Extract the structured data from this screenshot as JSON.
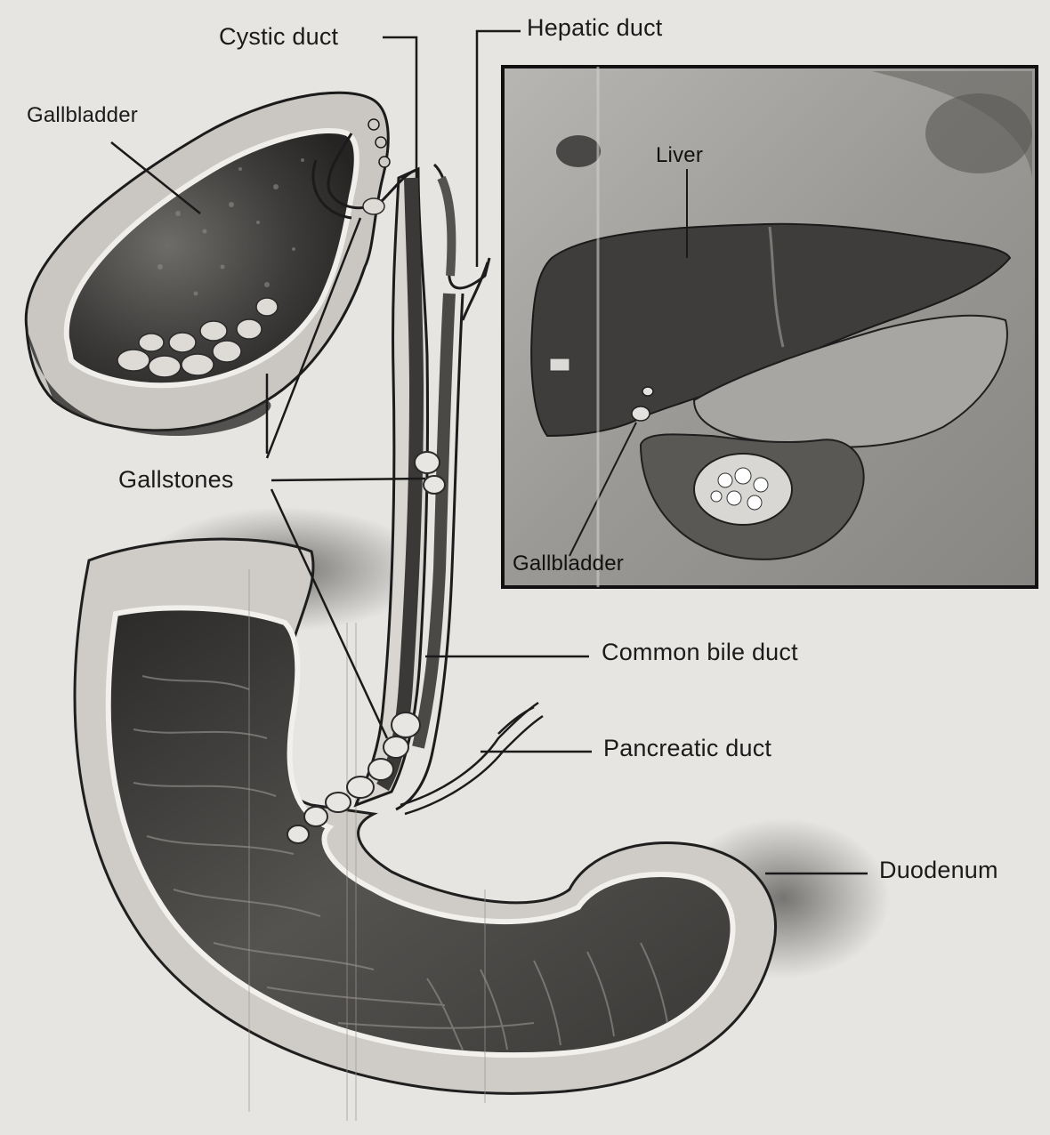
{
  "diagram": {
    "labels": {
      "cystic_duct": "Cystic duct",
      "hepatic_duct": "Hepatic duct",
      "gallbladder": "Gallbladder",
      "gallstones": "Gallstones",
      "common_bile_duct": "Common bile duct",
      "pancreatic_duct": "Pancreatic duct",
      "duodenum": "Duodenum"
    },
    "inset": {
      "liver": "Liver",
      "gallbladder": "Gallbladder"
    }
  }
}
